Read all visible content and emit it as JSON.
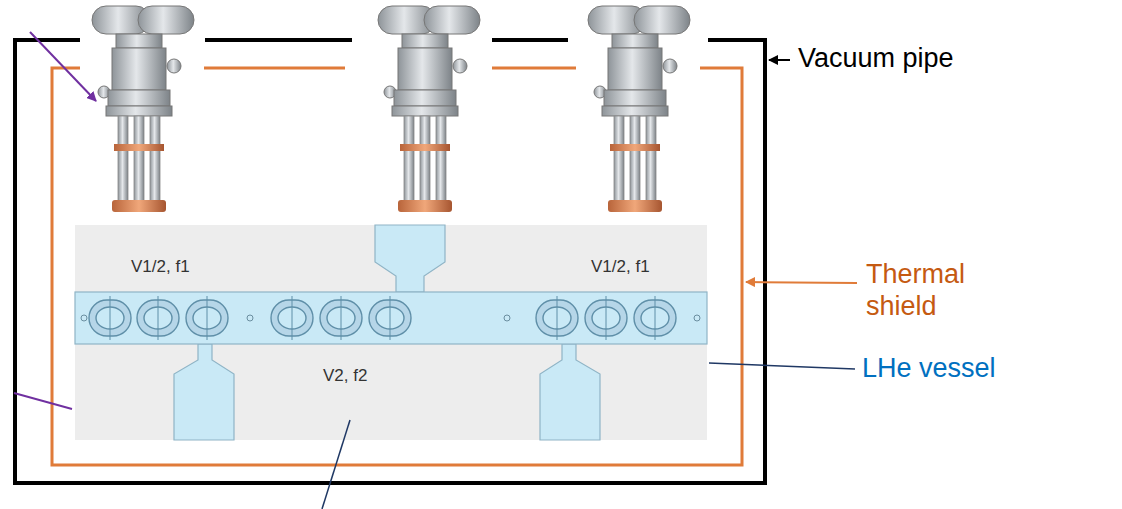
{
  "diagram": {
    "labels": [
      "V1/2, f1",
      "V2, f2",
      "V1/2, f1",
      "Vacuum pipe",
      "Thermal shield",
      "LHe vessel"
    ]
  }
}
